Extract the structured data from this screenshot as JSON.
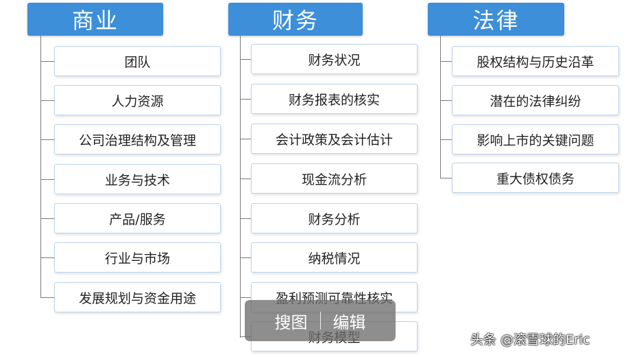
{
  "columns": [
    {
      "title": "商业",
      "items": [
        "团队",
        "人力资源",
        "公司治理结构及管理",
        "业务与技术",
        "产品/服务",
        "行业与市场",
        "发展规划与资金用途"
      ]
    },
    {
      "title": "财务",
      "items": [
        "财务状况",
        "财务报表的核实",
        "会计政策及会计估计",
        "现金流分析",
        "财务分析",
        "纳税情况",
        "盈利预测可靠性核实",
        "财务模型"
      ]
    },
    {
      "title": "法律",
      "items": [
        "股权结构与历史沿革",
        "潜在的法律纠纷",
        "影响上市的关键问题",
        "重大债权债务"
      ]
    }
  ],
  "overlay": {
    "search_label": "搜图",
    "edit_label": "编辑"
  },
  "watermark": {
    "text": "头条 @滚雪球的Eric"
  },
  "colors": {
    "header_bg": "#3d8fd9",
    "header_text": "#ffffff",
    "item_border": "#bcd3ea",
    "connector": "#7a7a7a"
  }
}
